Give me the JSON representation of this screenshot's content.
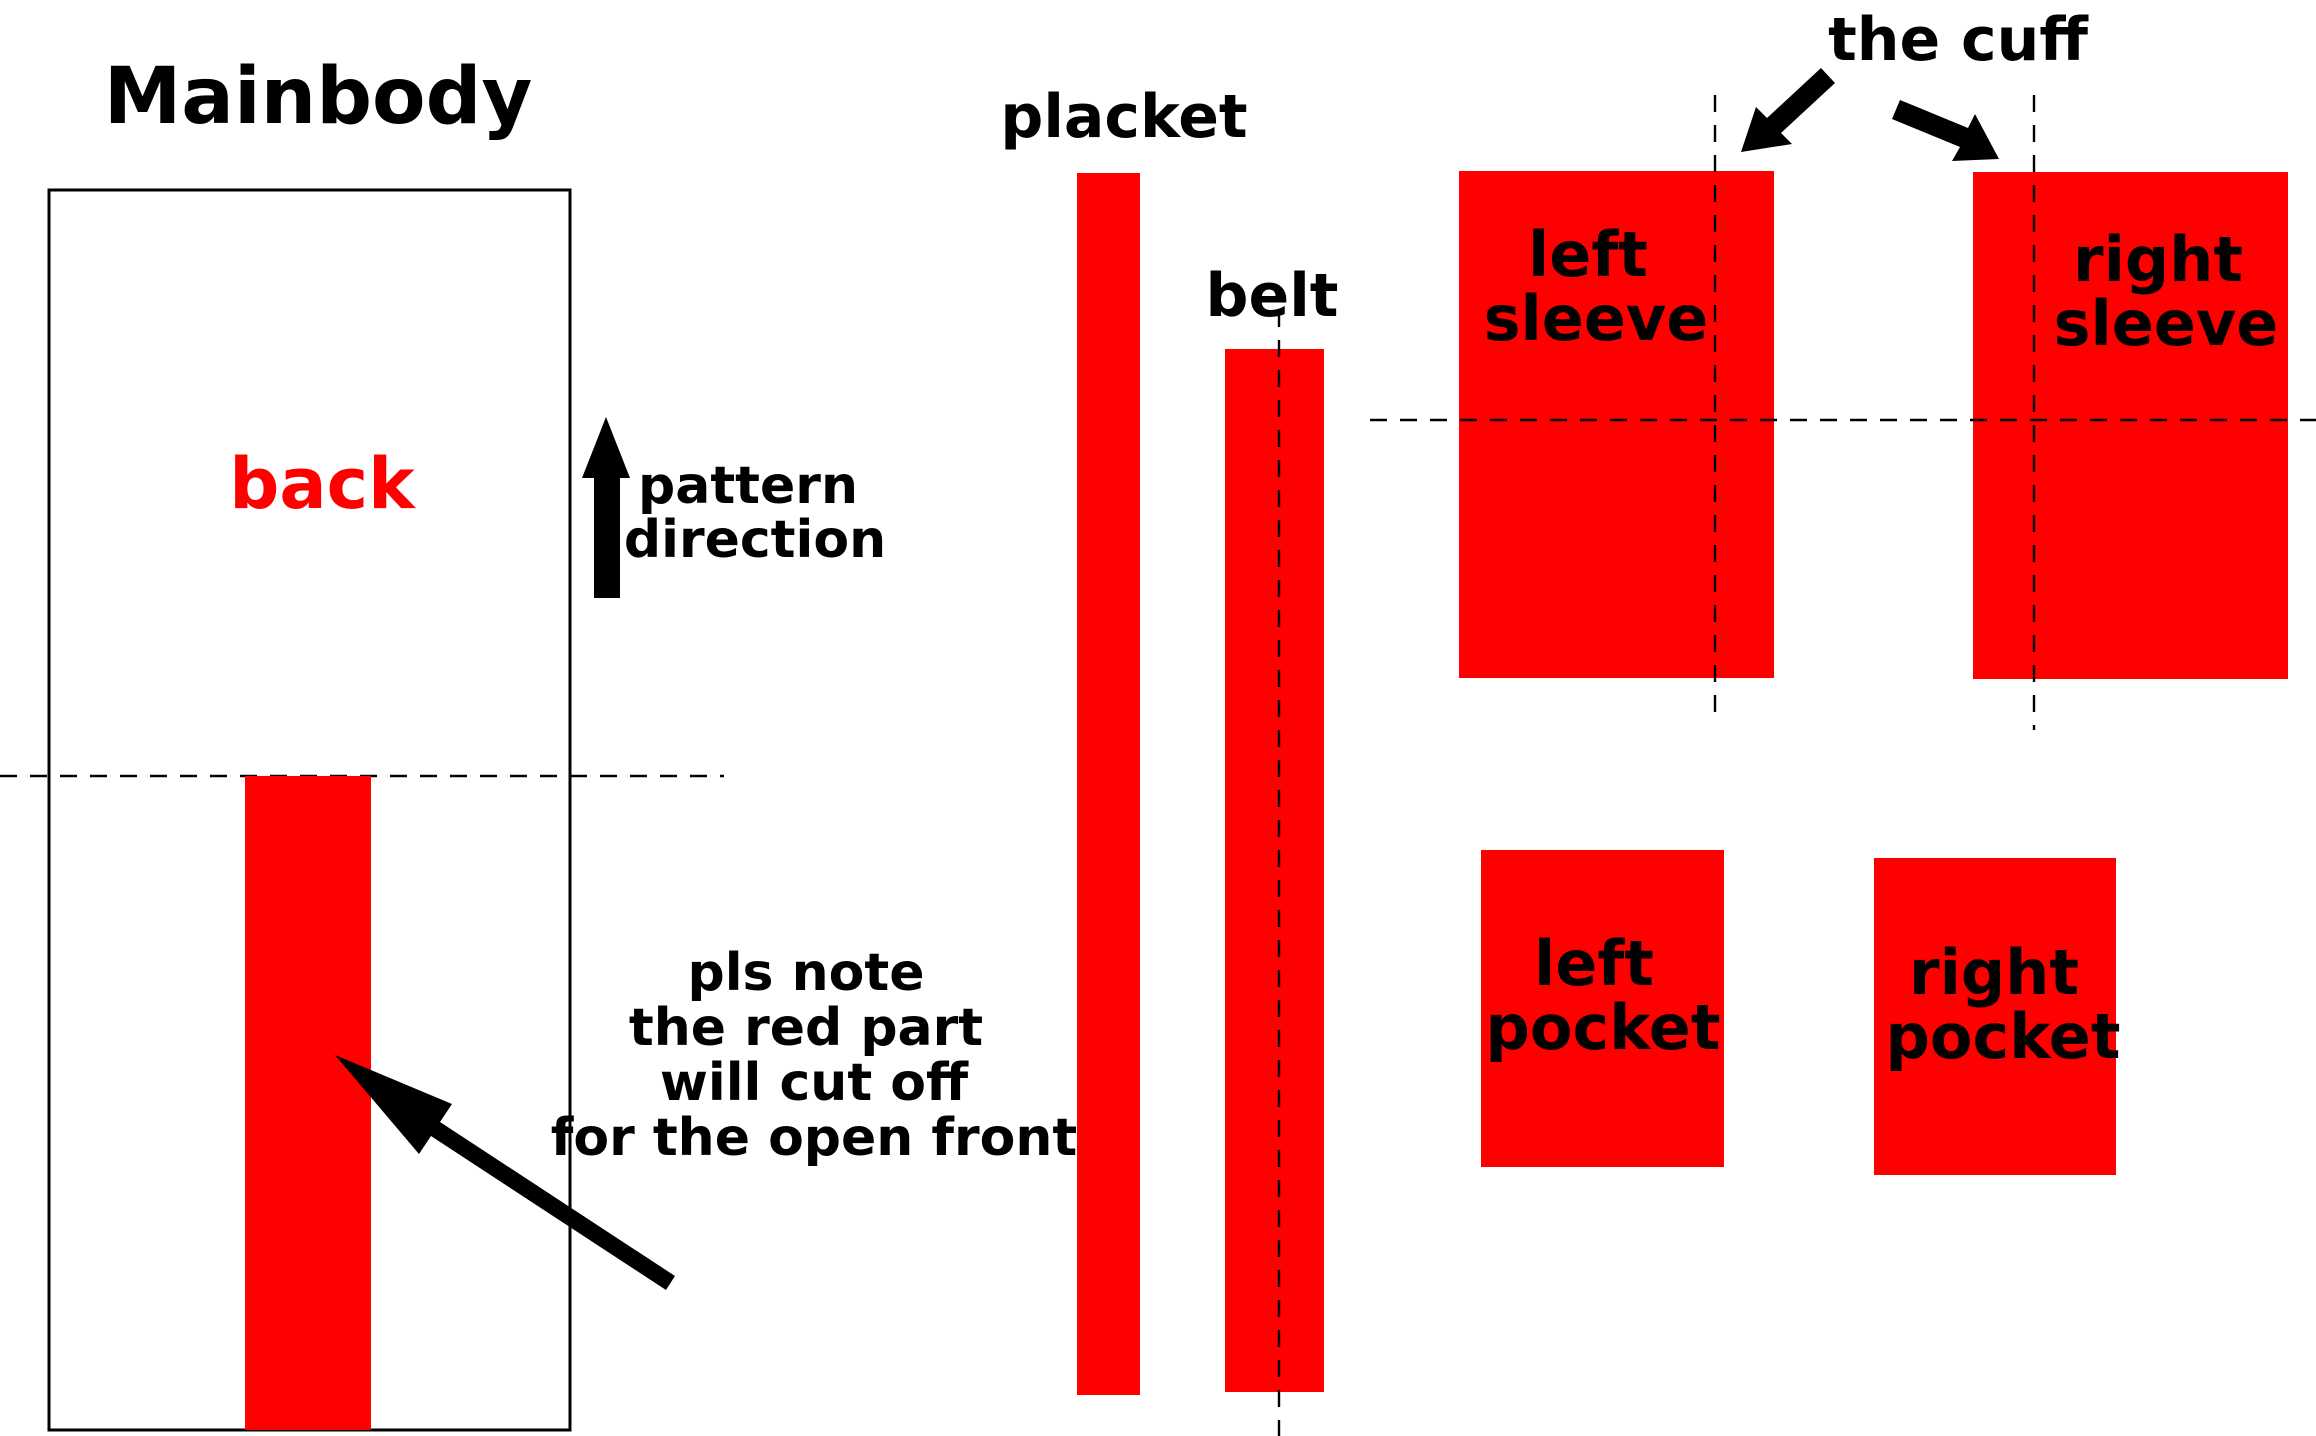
{
  "colors": {
    "piece_fill": "#ff0000",
    "text": "#000000",
    "accent_text": "#ff0000",
    "outline": "#000000",
    "background": "#ffffff"
  },
  "labels": {
    "mainbody": "Mainbody",
    "back": "back",
    "pattern_line1": "pattern",
    "pattern_line2": "direction",
    "note_line1": "pls note",
    "note_line2": "the red part",
    "note_line3": "will cut off",
    "note_line4": "for the open front",
    "placket": "placket",
    "belt": "belt",
    "cuff": "the cuff",
    "left_sleeve_line1": "left",
    "left_sleeve_line2": "sleeve",
    "right_sleeve_line1": "right",
    "right_sleeve_line2": "sleeve",
    "left_pocket_line1": "left",
    "left_pocket_line2": "pocket",
    "right_pocket_line1": "right",
    "right_pocket_line2": "pocket"
  }
}
